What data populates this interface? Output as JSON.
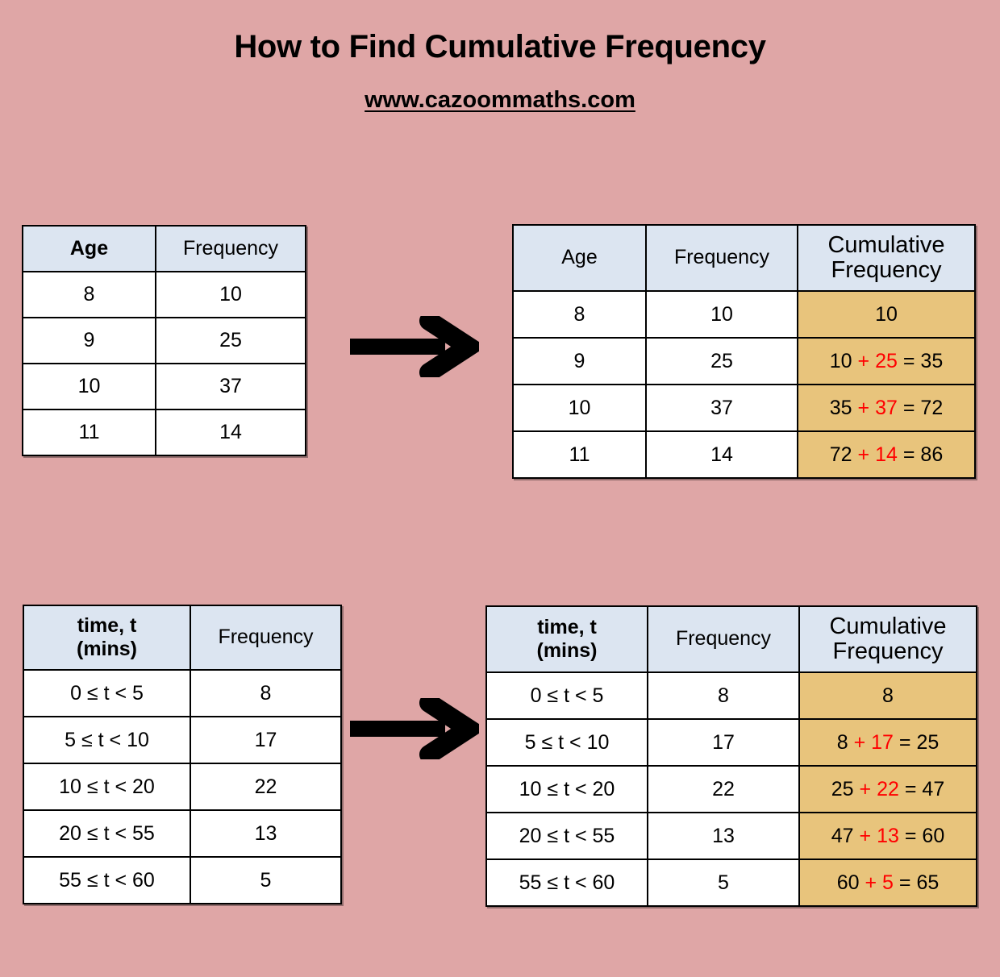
{
  "page": {
    "title": "How to Find Cumulative Frequency",
    "subtitle": "www.cazoommaths.com",
    "background_color": "#DFA6A6",
    "header_color": "#DCE5F1",
    "highlight_color": "#E8C47C",
    "accent_color": "#FF0000"
  },
  "arrows": {
    "top_label": "arrow-right",
    "bottom_label": "arrow-right"
  },
  "example_age": {
    "source_table": {
      "headers": [
        "Age",
        "Frequency"
      ],
      "rows": [
        [
          "8",
          "10"
        ],
        [
          "9",
          "25"
        ],
        [
          "10",
          "37"
        ],
        [
          "11",
          "14"
        ]
      ]
    },
    "result_table": {
      "headers": [
        "Age",
        "Frequency",
        "Cumulative Frequency"
      ],
      "header_line1": "Cumulative",
      "header_line2": "Frequency",
      "rows": [
        {
          "category": "8",
          "frequency": "10",
          "freq_red": false,
          "cum_prev": "",
          "cum_plus": "",
          "cum_add": "",
          "cum_eq": "",
          "cum_total": "10"
        },
        {
          "category": "9",
          "frequency": "25",
          "freq_red": true,
          "cum_prev": "10",
          "cum_plus": "+",
          "cum_add": "25",
          "cum_eq": "=",
          "cum_total": "35"
        },
        {
          "category": "10",
          "frequency": "37",
          "freq_red": true,
          "cum_prev": "35",
          "cum_plus": "+",
          "cum_add": "37",
          "cum_eq": "=",
          "cum_total": "72"
        },
        {
          "category": "11",
          "frequency": "14",
          "freq_red": true,
          "cum_prev": "72",
          "cum_plus": "+",
          "cum_add": "14",
          "cum_eq": "=",
          "cum_total": "86"
        }
      ]
    }
  },
  "example_time": {
    "source_table": {
      "header_line1": "time, t",
      "header_line2": "(mins)",
      "headers": [
        "time, t (mins)",
        "Frequency"
      ],
      "rows": [
        [
          "0 ≤ t < 5",
          "8"
        ],
        [
          "5 ≤ t < 10",
          "17"
        ],
        [
          "10 ≤ t < 20",
          "22"
        ],
        [
          "20 ≤ t < 55",
          "13"
        ],
        [
          "55 ≤ t < 60",
          "5"
        ]
      ]
    },
    "result_table": {
      "header_line1": "time, t",
      "header_line2": "(mins)",
      "headers": [
        "time, t (mins)",
        "Frequency",
        "Cumulative Frequency"
      ],
      "cum_header_line1": "Cumulative",
      "cum_header_line2": "Frequency",
      "rows": [
        {
          "category": "0 ≤ t < 5",
          "frequency": "8",
          "freq_red": false,
          "cum_prev": "",
          "cum_plus": "",
          "cum_add": "",
          "cum_eq": "",
          "cum_total": "8"
        },
        {
          "category": "5 ≤ t < 10",
          "frequency": "17",
          "freq_red": true,
          "cum_prev": "8",
          "cum_plus": "+",
          "cum_add": "17",
          "cum_eq": "=",
          "cum_total": "25"
        },
        {
          "category": "10 ≤ t < 20",
          "frequency": "22",
          "freq_red": true,
          "cum_prev": "25",
          "cum_plus": "+",
          "cum_add": "22",
          "cum_eq": "=",
          "cum_total": "47"
        },
        {
          "category": "20 ≤ t < 55",
          "frequency": "13",
          "freq_red": true,
          "cum_prev": "47",
          "cum_plus": "+",
          "cum_add": "13",
          "cum_eq": "=",
          "cum_total": "60"
        },
        {
          "category": "55 ≤ t < 60",
          "frequency": "5",
          "freq_red": true,
          "cum_prev": "60",
          "cum_plus": "+",
          "cum_add": "5",
          "cum_eq": "=",
          "cum_total": "65"
        }
      ]
    }
  },
  "labels": {
    "frequency": "Frequency"
  }
}
